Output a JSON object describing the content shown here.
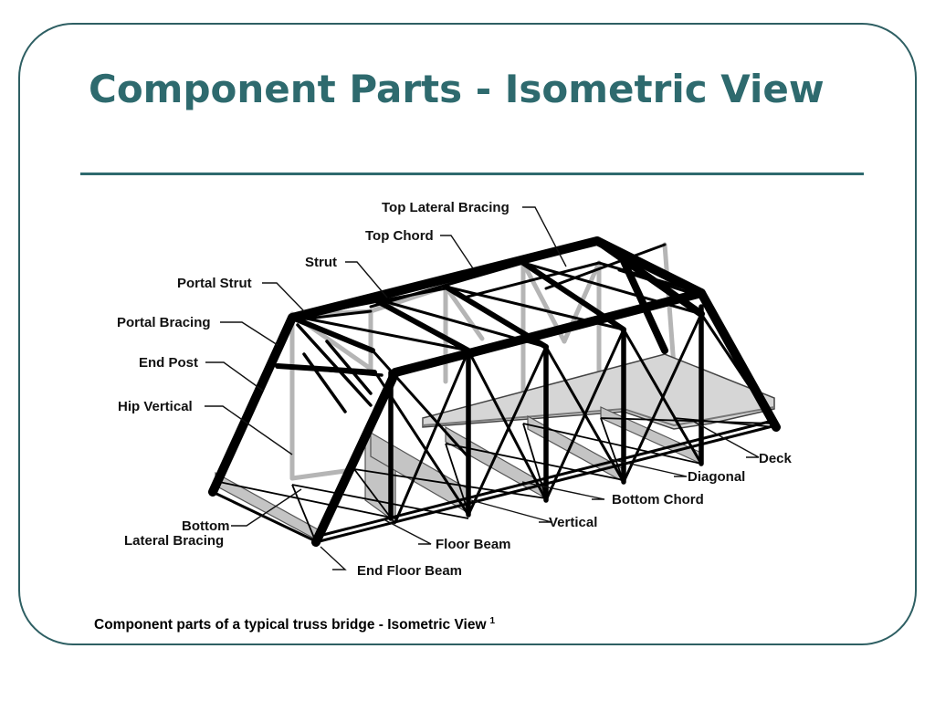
{
  "slide": {
    "title": "Component Parts - Isometric View",
    "caption": "Component parts of a typical truss bridge - Isometric View",
    "caption_note": "1"
  },
  "colors": {
    "border": "#2e5f63",
    "title": "#2e6a6e",
    "truss": "#000000",
    "far_truss": "#b5b5b5",
    "deck_fill": "#d6d6d6",
    "floor_beam_fill": "#c4c4c4"
  },
  "labels": {
    "top_lateral_bracing": "Top Lateral Bracing",
    "top_chord": "Top Chord",
    "strut": "Strut",
    "portal_strut": "Portal Strut",
    "portal_bracing": "Portal Bracing",
    "end_post": "End Post",
    "hip_vertical": "Hip Vertical",
    "bottom_lateral_bracing_1": "Bottom",
    "bottom_lateral_bracing_2": "Lateral Bracing",
    "end_floor_beam": "End Floor Beam",
    "floor_beam": "Floor Beam",
    "vertical": "Vertical",
    "bottom_chord": "Bottom Chord",
    "diagonal": "Diagonal",
    "deck": "Deck"
  }
}
